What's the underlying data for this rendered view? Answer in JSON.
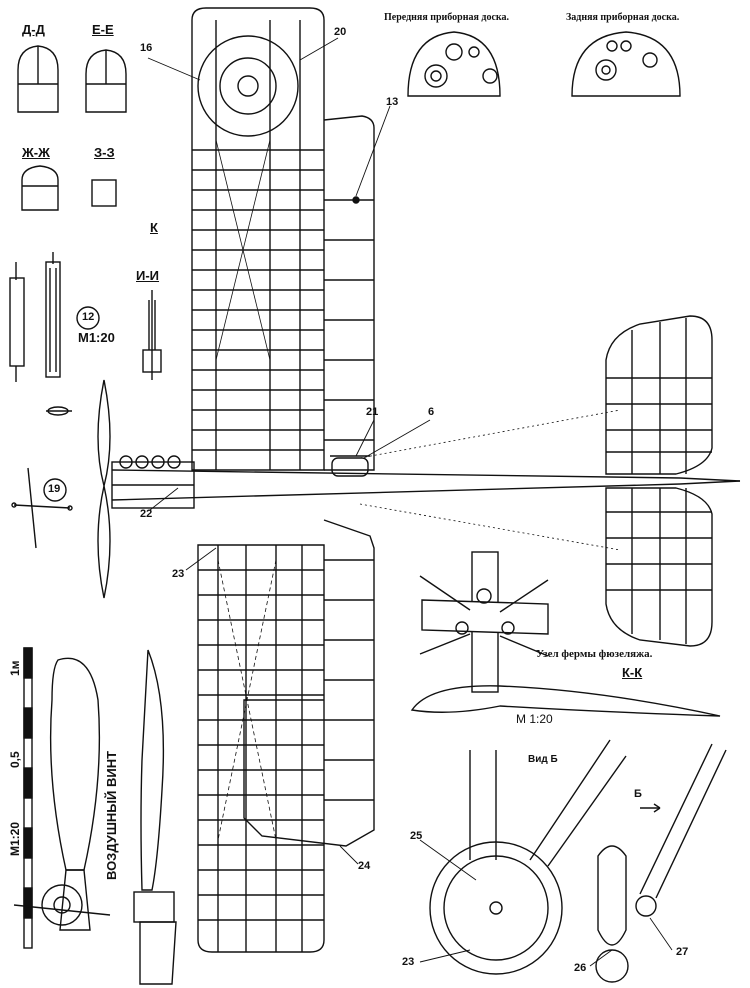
{
  "panels": {
    "front_dashboard": "Передняя приборная доска.",
    "rear_dashboard": "Задняя приборная доска."
  },
  "sections": {
    "dd": "Д-Д",
    "ee": "Е-Е",
    "zhzh": "Ж-Ж",
    "zz": "З-З",
    "k": "К",
    "ii": "И-И",
    "kk": "К-К"
  },
  "scale_labels": {
    "detail_12": "М1:20",
    "profile_kk": "М 1:20",
    "propeller_scale": "М1:20"
  },
  "scale_bar": {
    "mark_1m": "1м",
    "mark_05": "0,5"
  },
  "captions": {
    "fuselage_node": "Узел фермы фюзеляжа.",
    "view_b": "Вид Б",
    "arrow_b": "Б",
    "propeller": "ВОЗДУШНЫЙ ВИНТ"
  },
  "callouts": {
    "n6": "6",
    "n12": "12",
    "n13": "13",
    "n16": "16",
    "n19": "19",
    "n20": "20",
    "n21": "21",
    "n22": "22",
    "n23a": "23",
    "n23b": "23",
    "n24": "24",
    "n25": "25",
    "n26": "26",
    "n27": "27"
  }
}
